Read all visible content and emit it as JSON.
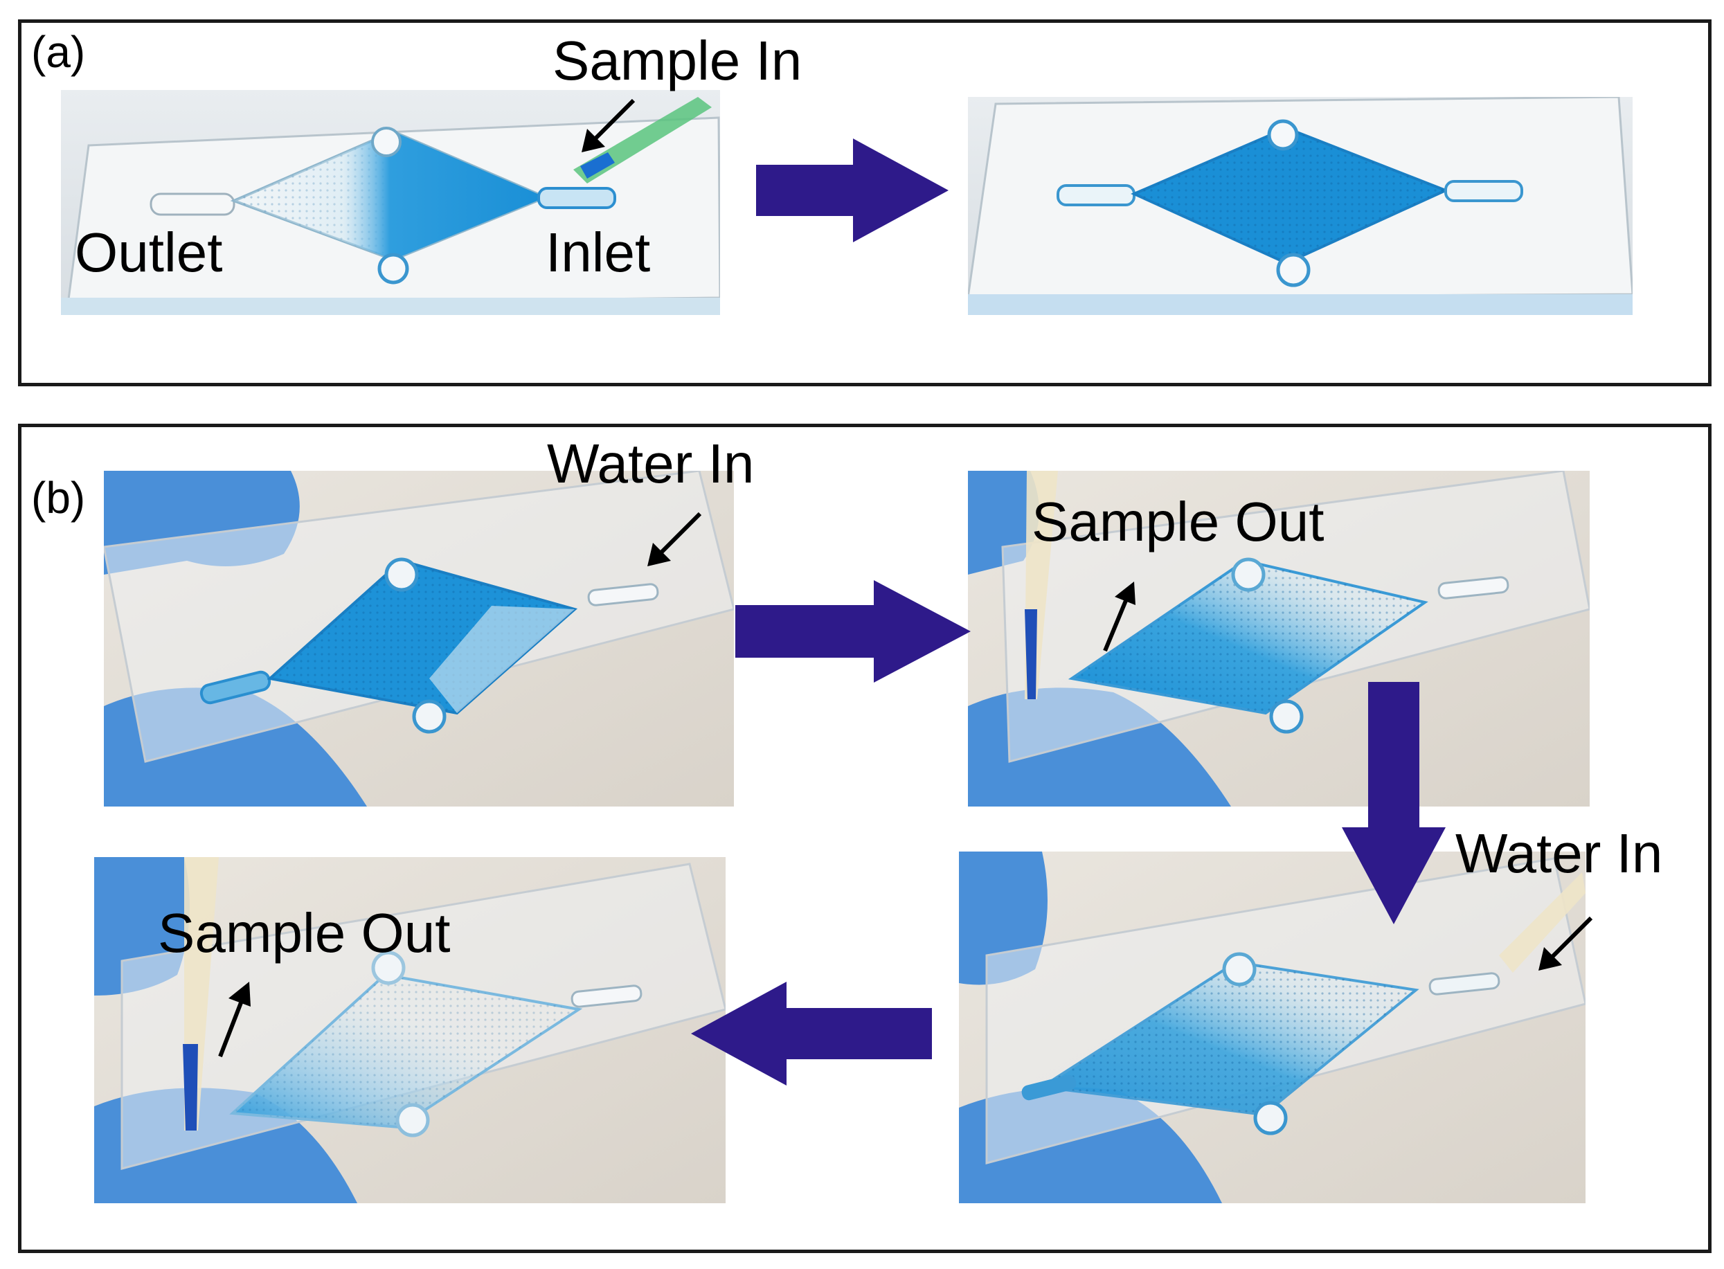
{
  "panels": {
    "a": {
      "label": "(a)"
    },
    "b": {
      "label": "(b)"
    }
  },
  "labels": {
    "sample_in": "Sample  In",
    "outlet": "Outlet",
    "inlet": "Inlet",
    "water_in_1": "Water In",
    "sample_out_1": "Sample Out",
    "water_in_2": "Water In",
    "sample_out_2": "Sample Out"
  },
  "colors": {
    "arrow": "#2e1a8a",
    "dye": "#1a8fd6",
    "glove": "#4a8fd8",
    "border": "#1a1a1a"
  }
}
